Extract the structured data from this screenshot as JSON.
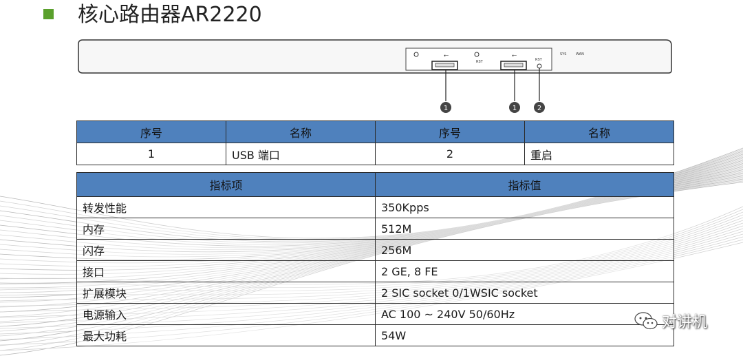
{
  "title": "核心路由器AR2220",
  "device": {
    "labels": {
      "rst": "RST",
      "rst2": "RST",
      "sys": "SYS",
      "wan": "WAN"
    },
    "callouts": [
      "1",
      "1",
      "2"
    ]
  },
  "ports_table": {
    "headers": [
      "序号",
      "名称",
      "序号",
      "名称"
    ],
    "row": [
      "1",
      "USB 端口",
      "2",
      "重启"
    ]
  },
  "spec_table": {
    "headers": [
      "指标项",
      "指标值"
    ],
    "rows": [
      {
        "item": "转发性能",
        "value": "350Kpps"
      },
      {
        "item": "内存",
        "value": "512M"
      },
      {
        "item": "闪存",
        "value": "256M"
      },
      {
        "item": "接口",
        "value": "2 GE, 8 FE"
      },
      {
        "item": "扩展模块",
        "value": "2 SIC socket 0/1WSIC socket"
      },
      {
        "item": "电源输入",
        "value": "AC 100 ~ 240V 50/60Hz"
      },
      {
        "item": "最大功耗",
        "value": "54W"
      }
    ]
  },
  "watermark": {
    "text": "对讲机",
    "icon": "wechat-icon"
  },
  "colors": {
    "header_fill": "#4f81bd",
    "bullet": "#5aa02c"
  }
}
